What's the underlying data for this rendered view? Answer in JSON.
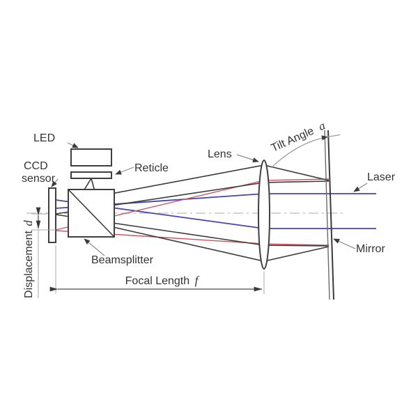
{
  "figure": {
    "labels": {
      "led": "LED",
      "ccd_line1": "CCD",
      "ccd_line2": "sensor",
      "reticle": "Reticle",
      "beamsplitter": "Beamsplitter",
      "lens": "Lens",
      "laser": "Laser",
      "mirror": "Mirror",
      "tilt_angle_text": "Tilt Angle",
      "tilt_angle_symbol": "a",
      "focal_length_text": "Focal Length",
      "focal_length_symbol": "f",
      "displacement_text": "Displacement",
      "displacement_symbol": "d"
    },
    "colors": {
      "laser_beam": "#4444b4",
      "displaced_ray": "#cc5560",
      "ray": "#3a3a3a",
      "axis": "#c6c6c6",
      "outline": "#3f3f3f",
      "text": "#333333"
    }
  }
}
